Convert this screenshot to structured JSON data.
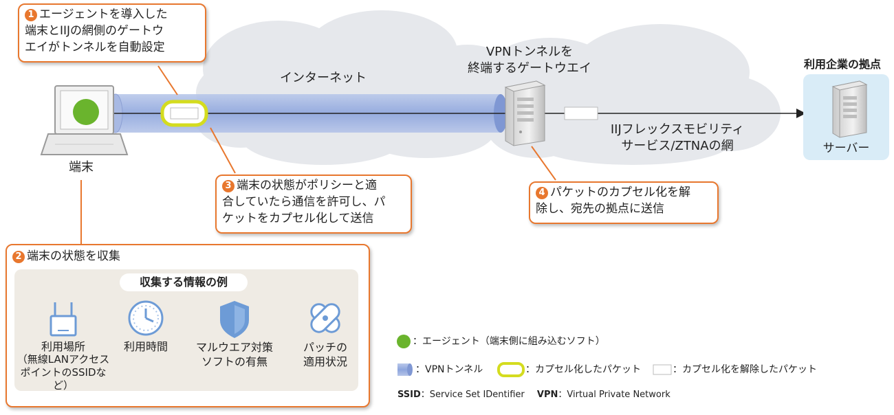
{
  "callout1": {
    "num": "1",
    "lines": [
      "エージェントを導入した",
      "端末とIIJの網側のゲートウ",
      "エイがトンネルを自動設定"
    ]
  },
  "callout2": {
    "num": "2",
    "title": "端末の状態を収集"
  },
  "callout3": {
    "num": "3",
    "lines": [
      "端末の状態がポリシーと適",
      "合していたら通信を許可し、パ",
      "ケットをカプセル化して送信"
    ]
  },
  "callout4": {
    "num": "4",
    "lines": [
      "パケットのカプセル化を解",
      "除し、宛先の拠点に送信"
    ]
  },
  "internet_label": "インターネット",
  "gateway_label": [
    "VPNトンネルを",
    "終端するゲートウエイ"
  ],
  "network_label": [
    "IIJフレックスモビリティ",
    "サービス/ZTNAの網"
  ],
  "base_title": "利用企業の拠点",
  "server_label": "サーバー",
  "terminal_label": "端末",
  "info_box": {
    "title": "収集する情報の例",
    "items": [
      {
        "icon": "router-icon",
        "lines": [
          "利用場所",
          "（無線LANアクセス",
          "ポイントのSSIDなど）"
        ]
      },
      {
        "icon": "clock-icon",
        "lines": [
          "利用時間"
        ]
      },
      {
        "icon": "shield-icon",
        "lines": [
          "マルウエア対策",
          "ソフトの有無"
        ]
      },
      {
        "icon": "bandage-icon",
        "lines": [
          "パッチの",
          "適用状況"
        ]
      }
    ]
  },
  "legend": {
    "agent": "：エージェント（端末側に組み込むソフト）",
    "vpn": "：VPNトンネル",
    "encapsulated": "：カプセル化したパケット",
    "decapsulated": "：カプセル化を解除したパケット",
    "ssid_abbr": "SSID",
    "ssid_full": "：Service Set IDentifier",
    "vpn_abbr": "VPN",
    "vpn_full": "：Virtual Private Network"
  },
  "colors": {
    "accent": "#e8772e",
    "agent": "#6ab42d",
    "tunnel": "#9fb4e0",
    "capsule": "#d4dc1f",
    "cloud": "#e6e8ec",
    "base_bg": "#d9ecf7"
  }
}
